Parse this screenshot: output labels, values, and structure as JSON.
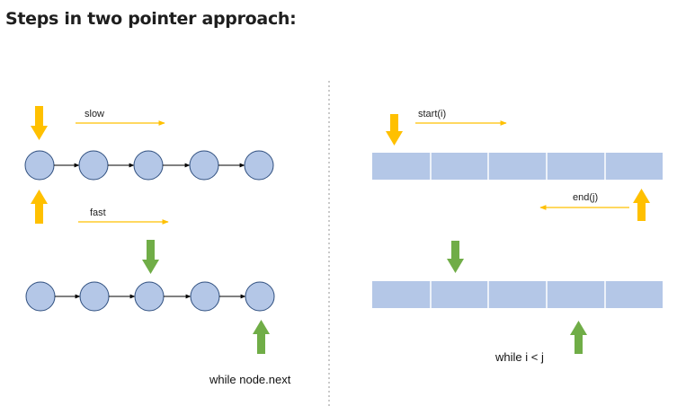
{
  "heading": "Steps in two pointer approach:",
  "left_panel": {
    "slow_label": "slow",
    "fast_label": "fast",
    "caption": "while node.next"
  },
  "right_panel": {
    "start_label": "start(i)",
    "end_label": "end(j)",
    "caption": "while i < j"
  },
  "colors": {
    "node_fill": "#b4c7e7",
    "node_stroke": "#2f4f7f",
    "pointer_yellow": "#ffc000",
    "pointer_green": "#70ad47",
    "divider": "#a6a6a6"
  }
}
